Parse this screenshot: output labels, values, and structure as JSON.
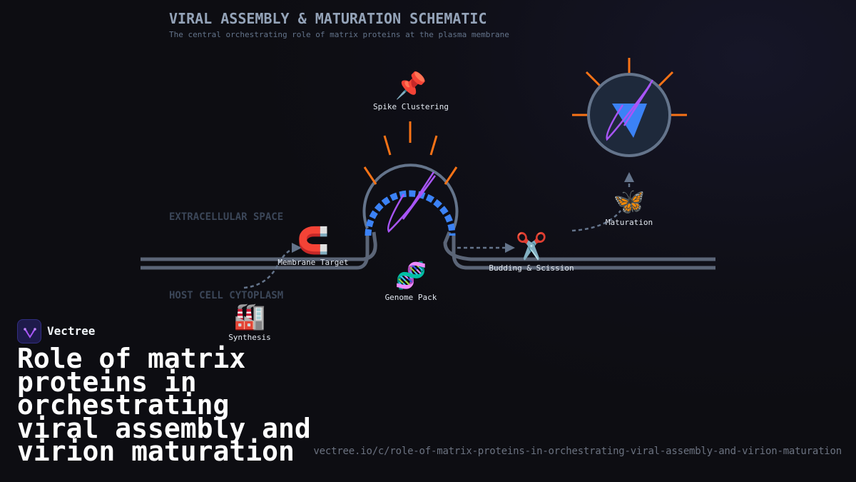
{
  "diagram": {
    "title": "VIRAL ASSEMBLY & MATURATION SCHEMATIC",
    "subtitle": "The central orchestrating role of matrix proteins at the plasma membrane",
    "regions": {
      "extracellular": "EXTRACELLULAR SPACE",
      "cytoplasm": "HOST CELL CYTOPLASM"
    },
    "steps": [
      {
        "label": "Synthesis",
        "icon": "🏭",
        "icon_name": "factory-icon"
      },
      {
        "label": "Membrane Target",
        "icon": "🧲",
        "icon_name": "magnet-icon"
      },
      {
        "label": "Spike Clustering",
        "icon": "📌",
        "icon_name": "pushpin-icon"
      },
      {
        "label": "Genome Pack",
        "icon": "🧬",
        "icon_name": "dna-icon"
      },
      {
        "label": "Budding & Scission",
        "icon": "✂️",
        "icon_name": "scissors-icon"
      },
      {
        "label": "Maturation",
        "icon": "🦋",
        "icon_name": "butterfly-icon"
      }
    ],
    "colors": {
      "membrane": "#64748b",
      "matrix": "#3b82f6",
      "spike": "#f97316",
      "genome": "#a855f7",
      "virion_fill": "#1e293b"
    }
  },
  "brand": {
    "name": "Vectree"
  },
  "headline": "Role of matrix proteins in orchestrating viral assembly and virion maturation",
  "url": "vectree.io/c/role-of-matrix-proteins-in-orchestrating-viral-assembly-and-virion-maturation"
}
